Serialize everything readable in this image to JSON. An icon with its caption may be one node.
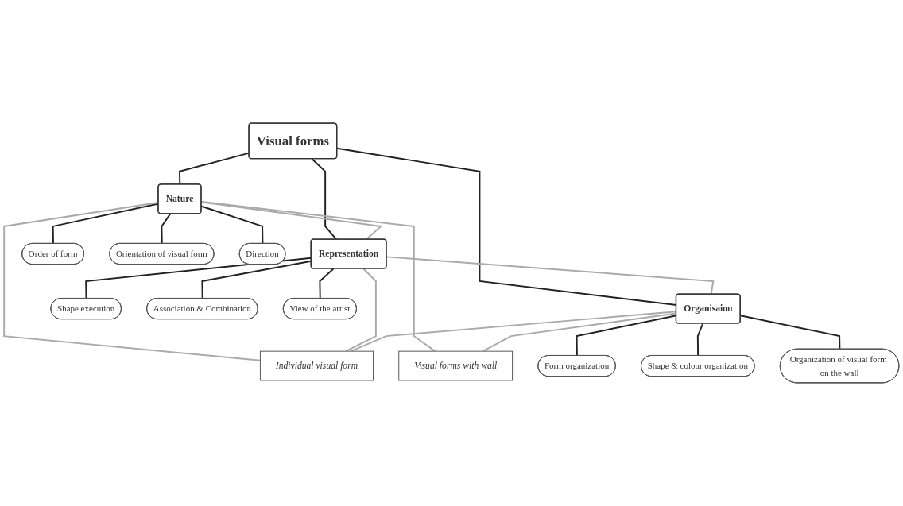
{
  "diagram": {
    "nodes": [
      {
        "text": [
          "Visual forms"
        ]
      },
      {
        "text": [
          "Nature"
        ]
      },
      {
        "text": [
          "Representation"
        ]
      },
      {
        "text": [
          "Organisaion"
        ]
      },
      {
        "text": [
          "Order of form"
        ]
      },
      {
        "text": [
          "Orientation of visual form"
        ]
      },
      {
        "text": [
          "Direction"
        ]
      },
      {
        "text": [
          "Individual visual form"
        ]
      },
      {
        "text": [
          "Visual forms with wall"
        ]
      },
      {
        "text": [
          "Form organization"
        ]
      },
      {
        "text": [
          "Shape & colour organization"
        ]
      },
      {
        "text": [
          "Organization of visual form on the wall"
        ]
      },
      {
        "text": [
          "Shape execution"
        ]
      },
      {
        "text": [
          "Association & Combination"
        ]
      },
      {
        "text": [
          "View of the artist"
        ]
      }
    ],
    "edges": [
      {
        "from": 0,
        "to": 1,
        "arrow": "none"
      },
      {
        "from": 0,
        "to": 2,
        "arrow": "none"
      },
      {
        "from": 0,
        "to": 3,
        "arrow": "none"
      },
      {
        "from": 1,
        "to": 2,
        "arrow": "none",
        "color": "#aaaaaa"
      },
      {
        "from": 2,
        "to": 3,
        "arrow": "none",
        "color": "#aaaaaa"
      },
      {
        "from": 1,
        "to": 4,
        "arrow": "none"
      },
      {
        "from": 1,
        "to": 5,
        "arrow": "none"
      },
      {
        "from": 1,
        "to": 6,
        "arrow": "none"
      },
      {
        "from": 1,
        "to": 7,
        "arrow": "none",
        "color": "#aaaaaa"
      },
      {
        "from": 1,
        "to": 8,
        "arrow": "none",
        "color": "#aaaaaa"
      },
      {
        "from": 2,
        "to": 7,
        "arrow": "none",
        "color": "#aaaaaa"
      },
      {
        "from": 3,
        "to": 7,
        "arrow": "none",
        "color": "#aaaaaa"
      },
      {
        "from": 3,
        "to": 8,
        "arrow": "none",
        "color": "#aaaaaa"
      },
      {
        "from": 3,
        "to": 9,
        "arrow": "none"
      },
      {
        "from": 3,
        "to": 10,
        "arrow": "none"
      },
      {
        "from": 3,
        "to": 11,
        "arrow": "none"
      },
      {
        "from": 2,
        "to": 12,
        "arrow": "none"
      },
      {
        "from": 2,
        "to": 13,
        "arrow": "none"
      },
      {
        "from": 2,
        "to": 14,
        "arrow": "none"
      }
    ]
  }
}
